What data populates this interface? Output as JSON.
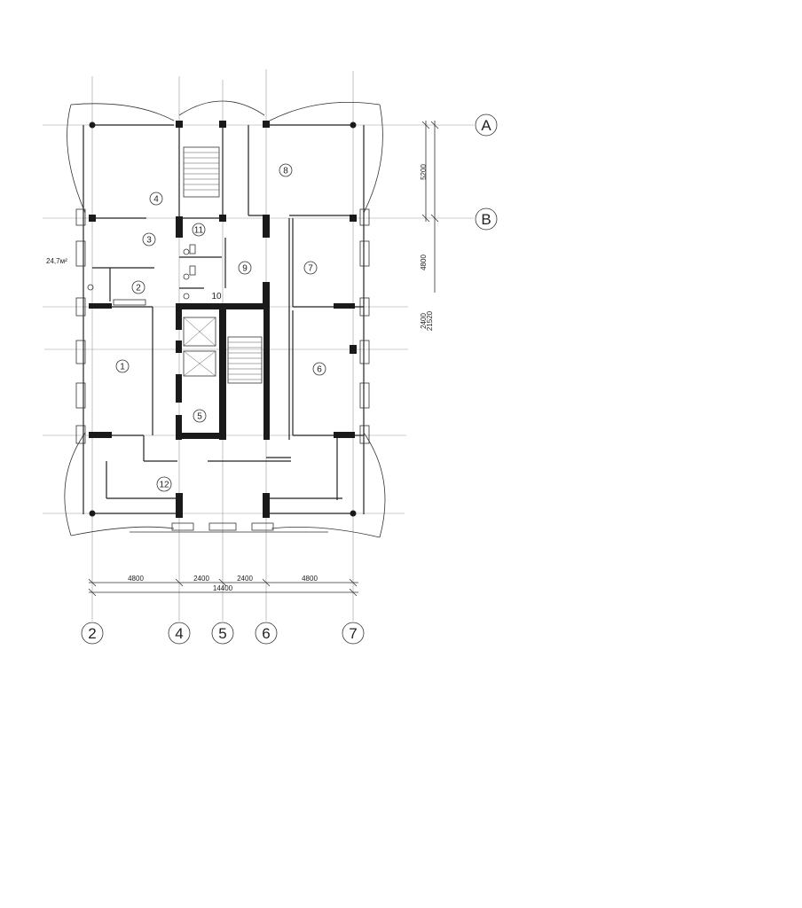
{
  "axes": {
    "rows": [
      "A",
      "B"
    ],
    "cols": [
      "2",
      "4",
      "5",
      "6",
      "7"
    ]
  },
  "dimensions": {
    "horizontal": [
      "4800",
      "2400",
      "2400",
      "4800"
    ],
    "total": "14400",
    "vertical": [
      "5200",
      "4800",
      "2400"
    ],
    "vertical_total": "21520"
  },
  "area_label": "24,7м²",
  "rooms": [
    "1",
    "2",
    "3",
    "4",
    "5",
    "6",
    "7",
    "8",
    "9",
    "10",
    "11",
    "12"
  ]
}
